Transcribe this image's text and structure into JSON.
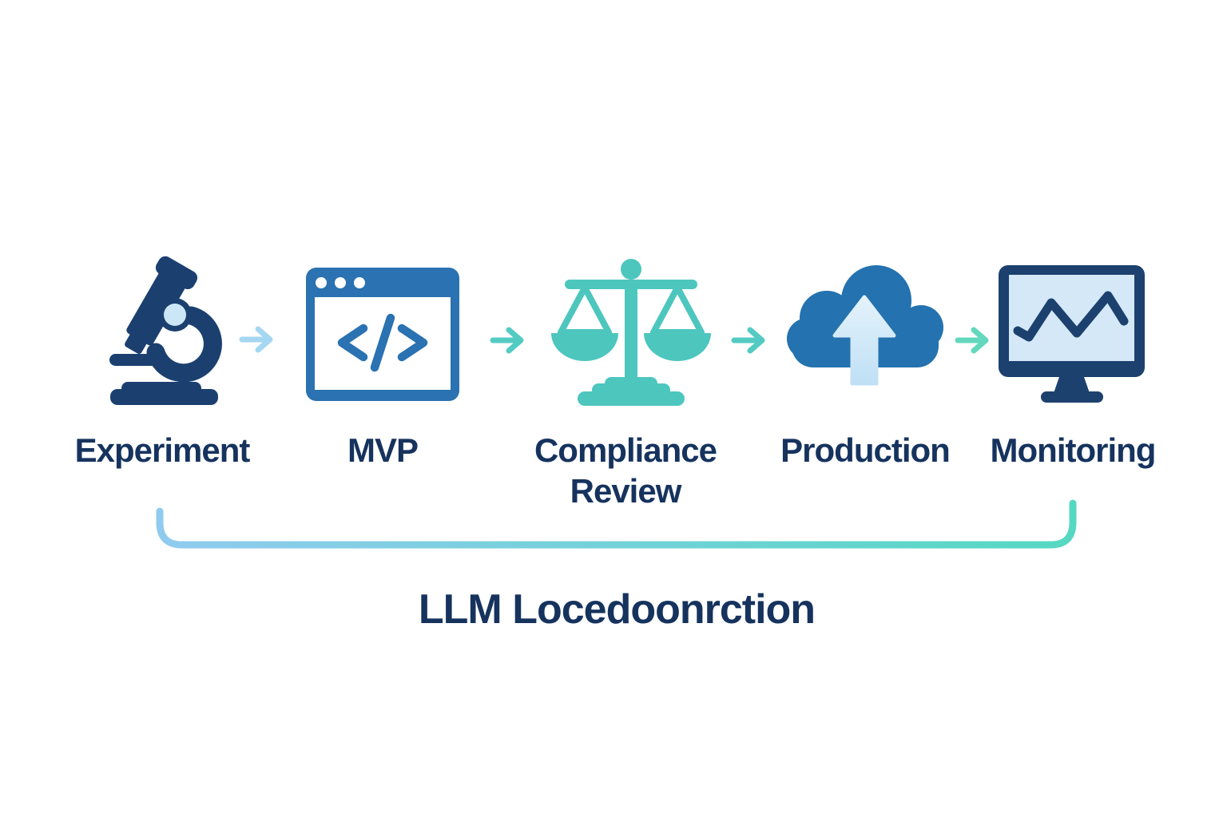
{
  "diagram": {
    "type": "flow",
    "title": "LLM Locedoonrction",
    "stages": [
      {
        "label": "Experiment",
        "icon": "microscope-icon"
      },
      {
        "label": "MVP",
        "icon": "code-window-icon"
      },
      {
        "label": "Compliance Review",
        "icon": "balance-scale-icon"
      },
      {
        "label": "Production",
        "icon": "cloud-upload-icon"
      },
      {
        "label": "Monitoring",
        "icon": "monitor-chart-icon"
      }
    ],
    "arrows": [
      {
        "from": "Experiment",
        "to": "MVP",
        "color": "#A5D6F2"
      },
      {
        "from": "MVP",
        "to": "Compliance Review",
        "color": "#53CBC2"
      },
      {
        "from": "Compliance Review",
        "to": "Production",
        "color": "#53CBC2"
      },
      {
        "from": "Production",
        "to": "Monitoring",
        "color": "#63D8BD"
      }
    ],
    "bracket": {
      "spans": "Experiment to Monitoring",
      "gradient_start": "#90CBEF",
      "gradient_end": "#55D8C2"
    },
    "colors": {
      "label_text": "#16335E",
      "icon_navy": "#1B4070",
      "icon_blue": "#2A72B1",
      "cloud_blue": "#2472AF",
      "teal": "#4DC6BE",
      "light_blue": "#CBE6F7",
      "screen_blue": "#D4E8F7",
      "background": "#FFFFFF"
    }
  }
}
